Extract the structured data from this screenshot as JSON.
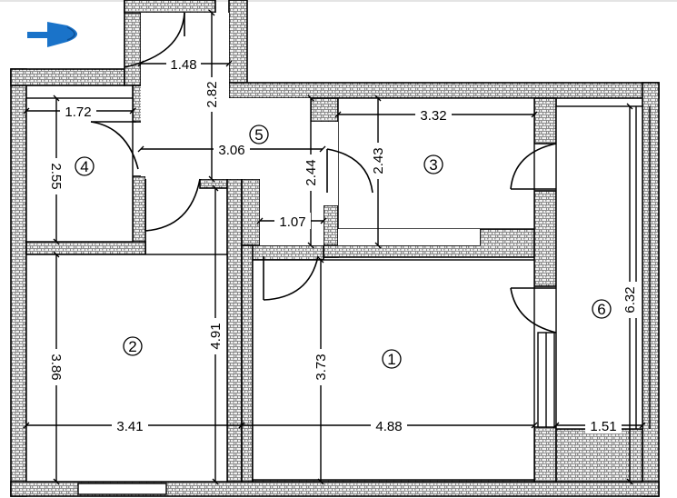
{
  "entrance_arrow_color": "#1a73c9",
  "wall_pattern": "brick-hatch",
  "dimensions": {
    "d_1_48": "1.48",
    "d_2_82": "2.82",
    "d_1_72": "1.72",
    "d_3_06": "3.06",
    "d_3_32": "3.32",
    "d_2_55": "2.55",
    "d_2_44": "2.44",
    "d_2_43": "2.43",
    "d_1_07": "1.07",
    "d_6_32": "6.32",
    "d_3_86": "3.86",
    "d_4_91": "4.91",
    "d_3_73": "3.73",
    "d_3_41": "3.41",
    "d_4_88": "4.88",
    "d_1_51": "1.51"
  },
  "rooms": {
    "r1": "1",
    "r2": "2",
    "r3": "3",
    "r4": "4",
    "r5": "5",
    "r6": "6"
  }
}
